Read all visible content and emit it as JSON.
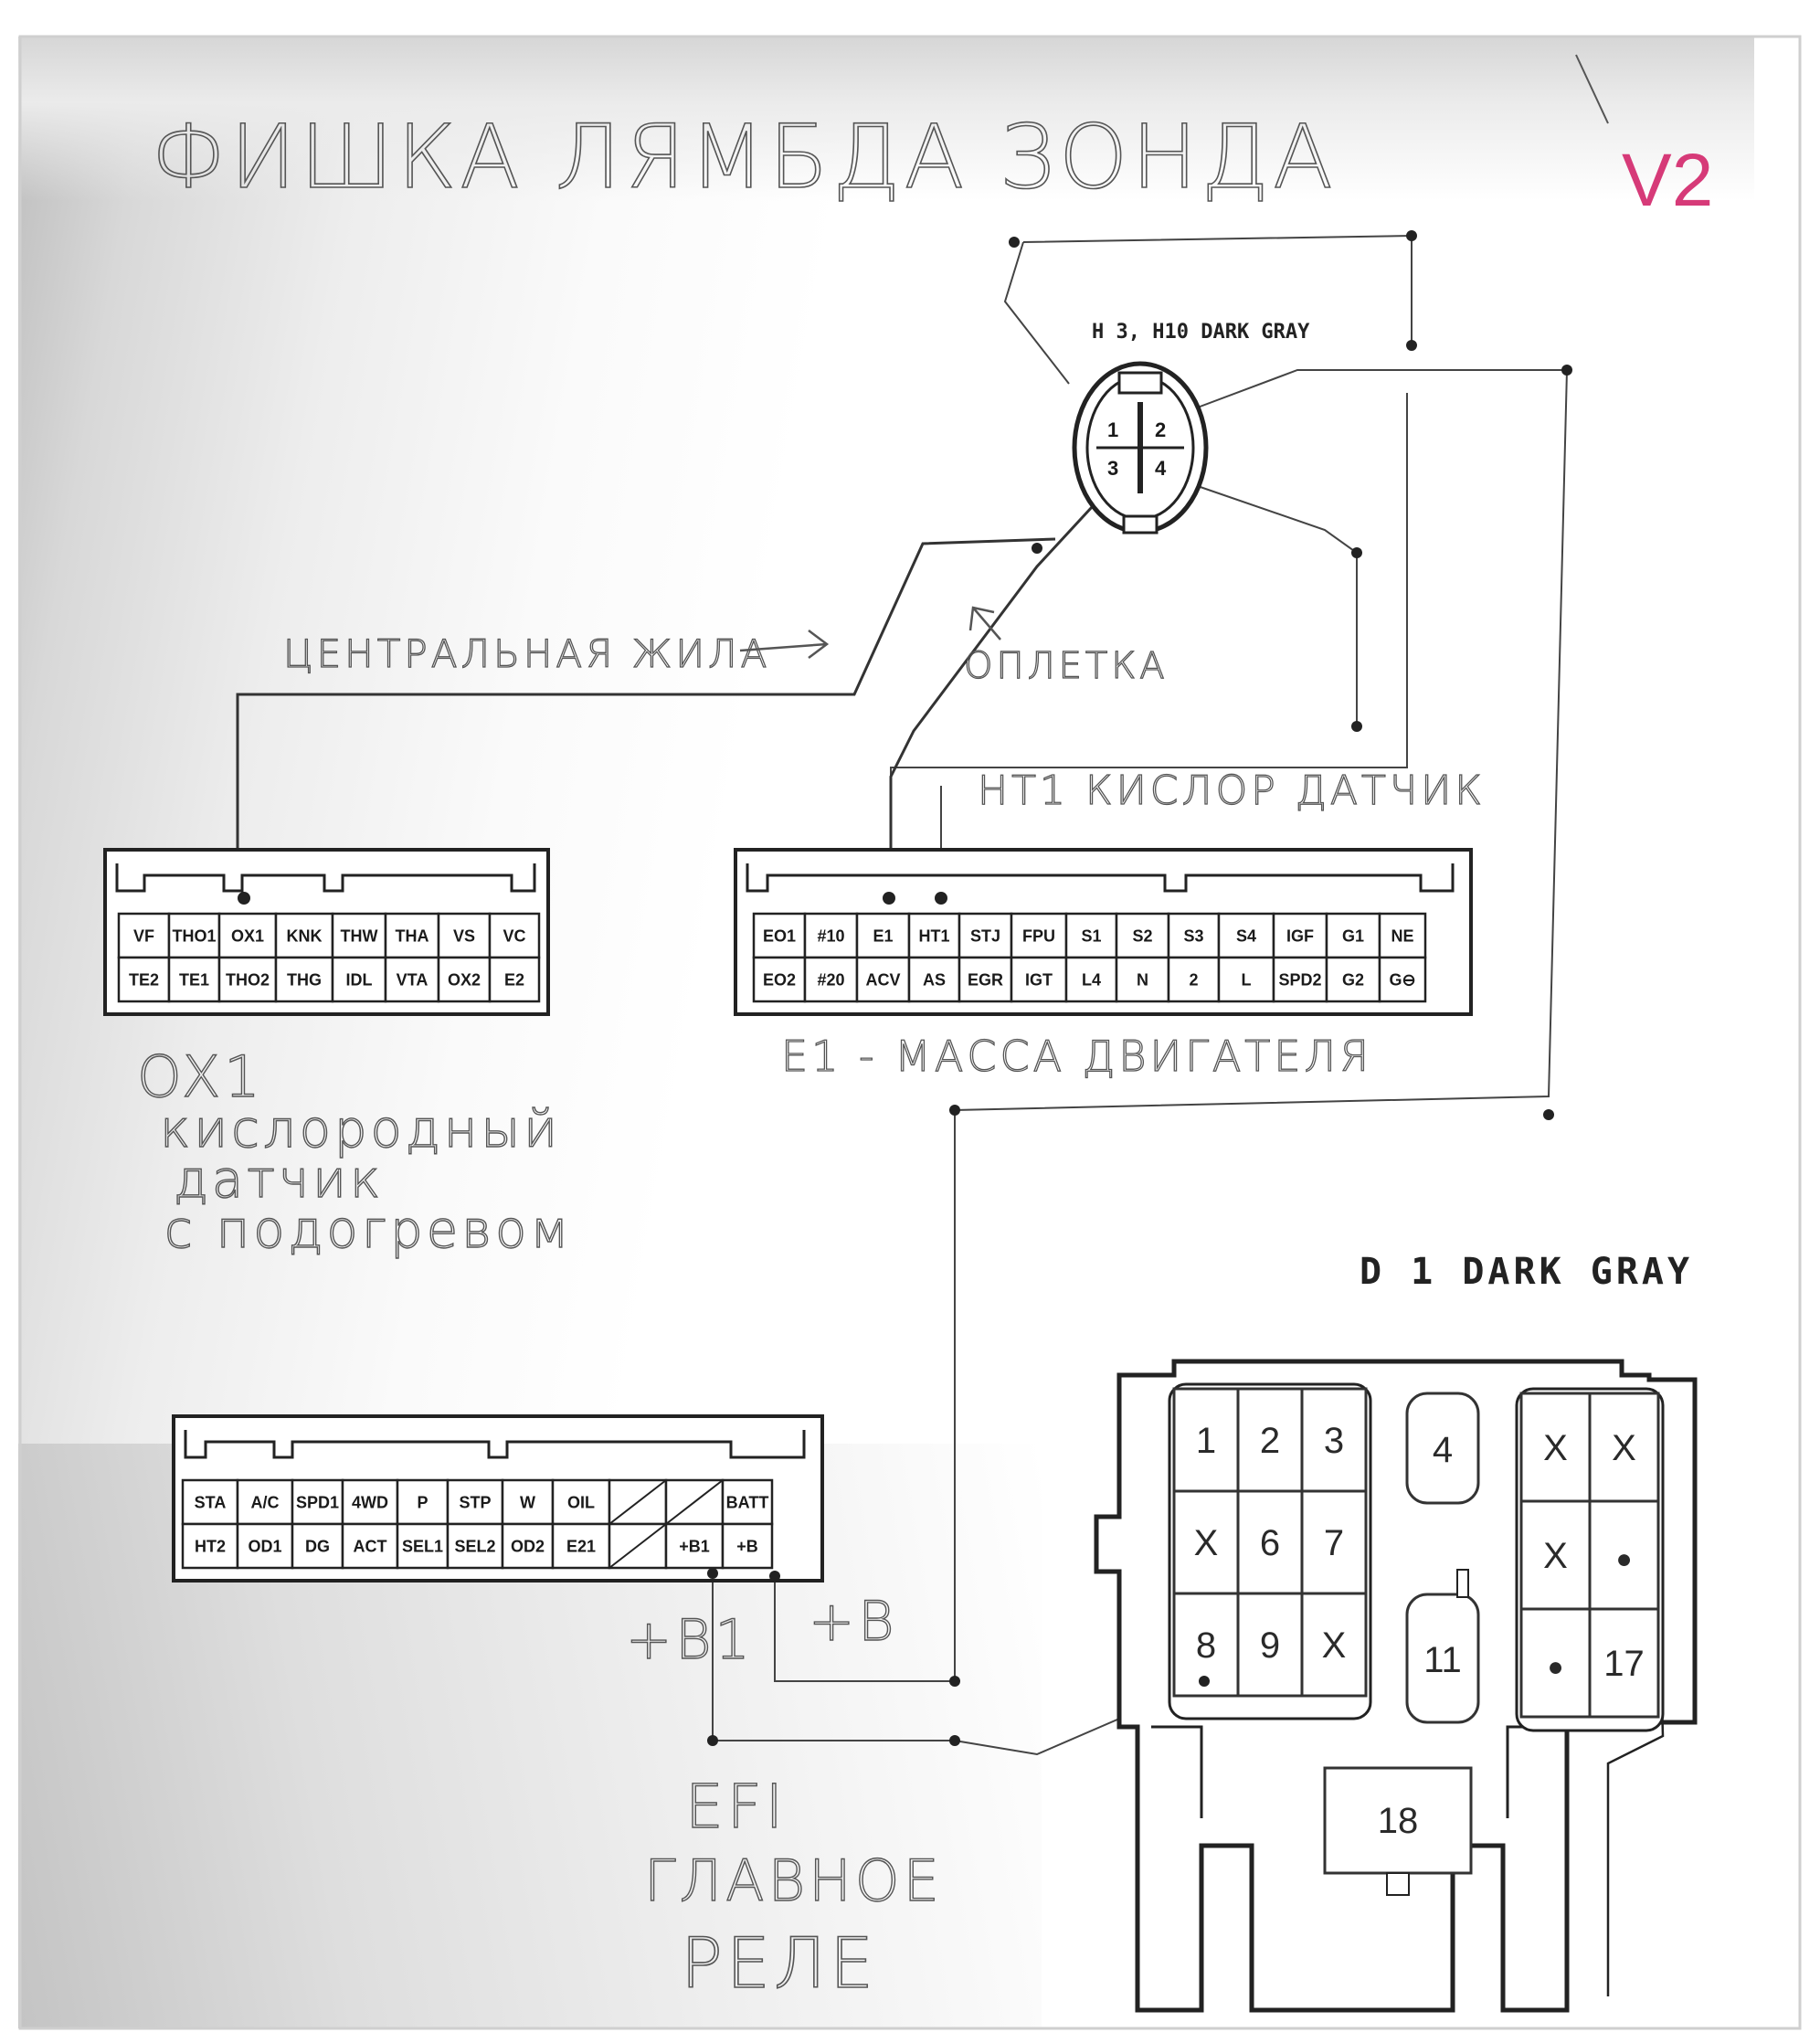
{
  "title": "ФИШКА ЛЯМБДА ЗОНДА",
  "version_mark": "V2",
  "version_color": "#d63a78",
  "sensor_connector": {
    "label": "H 3, H10 DARK GRAY",
    "pins": [
      "1",
      "2",
      "3",
      "4"
    ]
  },
  "annotations": {
    "central_wire": "ЦЕНТРАЛЬНАЯ ЖИЛА",
    "braid": "ОПЛЕТКА",
    "ht1_label": "HT1 КИСЛОР ДАТЧИК",
    "e1_label": "E1 - МАССА ДВИГАТЕЛЯ",
    "ox1_lines": [
      "OX1",
      "кислородный",
      "датчик",
      "с подогревом"
    ],
    "plus_b1": "+B1",
    "plus_b": "+B",
    "efi_lines": [
      "EFI",
      "ГЛАВНОЕ",
      "РЕЛЕ"
    ]
  },
  "connector_left": {
    "row1": [
      "VF",
      "THO1",
      "OX1",
      "KNK",
      "THW",
      "THA",
      "VS",
      "VC"
    ],
    "row2": [
      "TE2",
      "TE1",
      "THO2",
      "THG",
      "IDL",
      "VTA",
      "OX2",
      "E2"
    ]
  },
  "connector_mid": {
    "row1": [
      "EO1",
      "#10",
      "E1",
      "HT1",
      "STJ",
      "FPU",
      "S1",
      "S2",
      "S3",
      "S4",
      "IGF",
      "G1",
      "NE"
    ],
    "row2": [
      "EO2",
      "#20",
      "ACV",
      "AS",
      "EGR",
      "IGT",
      "L4",
      "N",
      "2",
      "L",
      "SPD2",
      "G2",
      "G⊖"
    ]
  },
  "connector_bottom": {
    "row1": [
      "STA",
      "A/C",
      "SPD1",
      "4WD",
      "P",
      "STP",
      "W",
      "OIL",
      "",
      "",
      "BATT"
    ],
    "row2": [
      "HT2",
      "OD1",
      "DG",
      "ACT",
      "SEL1",
      "SEL2",
      "OD2",
      "E21",
      "",
      "+B1",
      "+B"
    ]
  },
  "relay_connector": {
    "label": "D 1 DARK GRAY",
    "left_grid": [
      "1",
      "2",
      "3",
      "X",
      "6",
      "7",
      "8",
      "9",
      "X"
    ],
    "pin_4": "4",
    "pin_11": "11",
    "right_grid": [
      "X",
      "X",
      "X",
      "●",
      "●",
      "17"
    ],
    "pin_18": "18"
  }
}
